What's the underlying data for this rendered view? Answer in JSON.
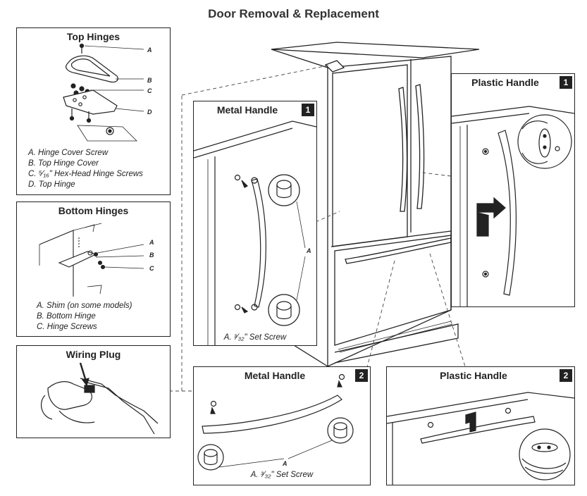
{
  "title": "Door Removal & Replacement",
  "top_hinges": {
    "title": "Top Hinges",
    "letters": [
      "A",
      "B",
      "C",
      "D"
    ],
    "legend": [
      "A. Hinge Cover Screw",
      "B. Top Hinge Cover",
      "C. ⁵⁄₁₆\" Hex-Head Hinge Screws",
      "D. Top Hinge"
    ]
  },
  "bottom_hinges": {
    "title": "Bottom Hinges",
    "letters": [
      "A",
      "B",
      "C"
    ],
    "legend": [
      "A. Shim (on some models)",
      "B. Bottom Hinge",
      "C. Hinge Screws"
    ]
  },
  "wiring_plug": {
    "title": "Wiring Plug"
  },
  "metal_handle_1": {
    "title": "Metal Handle",
    "step": "1",
    "letter": "A",
    "caption": "A. ³⁄₃₂\" Set Screw"
  },
  "metal_handle_2": {
    "title": "Metal Handle",
    "step": "2",
    "letter": "A",
    "caption": "A. ³⁄₃₂\" Set Screw"
  },
  "plastic_handle_1": {
    "title": "Plastic Handle",
    "step": "1"
  },
  "plastic_handle_2": {
    "title": "Plastic Handle",
    "step": "2"
  }
}
